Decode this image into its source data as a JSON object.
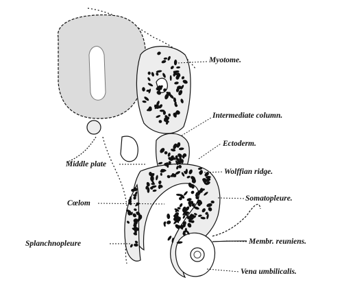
{
  "labels": {
    "myotome": "Myotome.",
    "intermediate_column": "Intermediate column.",
    "ectoderm": "Ectoderm.",
    "wolffian_ridge": "Wolffian ridge.",
    "middle_plate": "Middle plate",
    "coelom": "Cœlom",
    "somatopleure": "Somatopleure.",
    "splanchnopleure": "Splanchnopleure",
    "membr_reuniens": "Membr. reuniens.",
    "vena_umbilicalis": "Vena umbilicalis."
  },
  "colors": {
    "ink": "#111111",
    "neural_tube_fill": "#dcdcdc",
    "tissue_fill": "#ededed",
    "background": "#ffffff"
  }
}
